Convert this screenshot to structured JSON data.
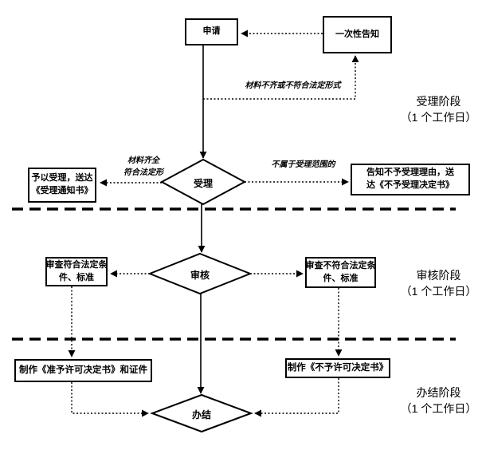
{
  "flowchart": {
    "colors": {
      "line": "#000000",
      "background": "#ffffff",
      "box_fill": "#ffffff"
    },
    "nodes": {
      "apply": {
        "label": "申请"
      },
      "one_time_notice": {
        "label": "一次性告知"
      },
      "accept": {
        "label": "受理"
      },
      "grant_accept": {
        "line1": "予以受理，送达",
        "line2": "《受理通知书》"
      },
      "notify_reject": {
        "line1": "告知不予受理理由，送",
        "line2": "达《不予受理决定书》"
      },
      "review": {
        "label": "审核"
      },
      "review_pass": {
        "line1": "审查符合法定条",
        "line2": "件、标准"
      },
      "review_fail": {
        "line1": "审查不符合法定条",
        "line2": "件、标准"
      },
      "make_permit": {
        "label": "制作《准予许可决定书》和证件"
      },
      "make_denial": {
        "label": "制作《不予许可决定书》"
      },
      "finish": {
        "label": "办结"
      }
    },
    "edge_labels": {
      "incomplete": "材料不齐或不符合法定形式",
      "complete_line1": "材料齐全",
      "complete_line2": "符合法定形",
      "out_of_scope": "不属于受理范围的"
    },
    "stages": [
      {
        "name": "受理阶段",
        "duration": "（1 个工作日）"
      },
      {
        "name": "审核阶段",
        "duration": "（1 个工作日）"
      },
      {
        "name": "办结阶段",
        "duration": "（1 个工作日）"
      }
    ]
  }
}
